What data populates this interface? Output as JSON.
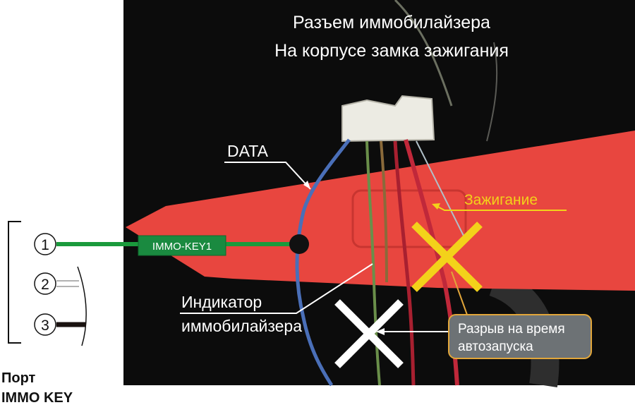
{
  "title": {
    "line1": "Разъем иммобилайзера",
    "line2": "На корпусе замка зажигания"
  },
  "labels": {
    "data": "DATA",
    "ignition": "Зажигание",
    "indicator_line1": "Индикатор",
    "indicator_line2": "иммобилайзера",
    "break_line1": "Разрыв на время",
    "break_line2": "автозапуска",
    "wire_tag": "IMMO-KEY1"
  },
  "port": {
    "pins": [
      "1",
      "2",
      "3"
    ],
    "title_line1": "Порт",
    "title_line2": "IMMO KEY"
  },
  "colors": {
    "tool_red": "#e8463f",
    "wire_green": "#1a9a3c",
    "ignition_yellow": "#f3d21a",
    "callout_bg": "#6d7275",
    "callout_border": "#e2a63a"
  }
}
